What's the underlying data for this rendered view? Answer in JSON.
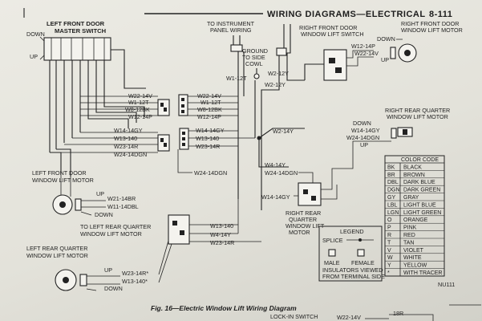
{
  "header": {
    "title": "WIRING DIAGRAMS—ELECTRICAL",
    "page_number": "8-111"
  },
  "components": {
    "lf_master_switch": [
      "LEFT FRONT DOOR",
      "MASTER SWITCH"
    ],
    "instrument_panel": [
      "TO INSTRUMENT",
      "PANEL WIRING"
    ],
    "ground_cowl": [
      "GROUND",
      "TO SIDE",
      "COWL"
    ],
    "rf_window_switch": [
      "RIGHT FRONT DOOR",
      "WINDOW LIFT SWITCH"
    ],
    "rf_window_motor": [
      "RIGHT FRONT DOOR",
      "WINDOW LIFT MOTOR"
    ],
    "rr_quarter_motor": [
      "RIGHT REAR QUARTER",
      "WINDOW LIFT MOTOR"
    ],
    "lf_window_motor": [
      "LEFT FRONT DOOR",
      "WINDOW LIFT MOTOR"
    ],
    "lr_quarter_motor_to": [
      "TO LEFT REAR QUARTER",
      "WINDOW LIFT MOTOR"
    ],
    "lr_quarter_motor": [
      "LEFT REAR QUARTER",
      "WINDOW LIFT MOTOR"
    ],
    "rr_quarter_switch": [
      "RIGHT REAR",
      "QUARTER",
      "WINDOW LIFT",
      "MOTOR"
    ],
    "lock_in_switch": "LOCK-IN SWITCH"
  },
  "switch_labels": {
    "down": "DOWN",
    "up": "UP"
  },
  "wires": {
    "w1_12t": "W1-12T",
    "w2_12y": "W2-12Y",
    "w2_14y_right": "W2-14Y",
    "block_a": [
      "W22-14V",
      "W1-12T",
      "W8-12BK",
      "W12-14P"
    ],
    "block_a_right": [
      "W22-14V",
      "W1-12T",
      "W8-12BK",
      "W12-14P"
    ],
    "block_b": [
      "W14-14GY",
      "W13-140",
      "W23-14R",
      "W24-14DGN"
    ],
    "block_b_right": [
      "W14-14GY",
      "W13-140",
      "W23-14R"
    ],
    "rf_motor_wires": [
      "W12-14P",
      "W22-14V"
    ],
    "rr_motor_wires": [
      "W14-14GY",
      "W24-14DGN"
    ],
    "mid_right": [
      "W4-14Y",
      "W24-14DGN"
    ],
    "w14_14gy_mid": "W14-14GY",
    "w24_14dgn_left": "W24-14DGN",
    "lf_motor_wires": [
      "W21-14BR",
      "W11-14DBL"
    ],
    "lrq_wires": [
      "W13-140",
      "W4-14Y",
      "W23-14R"
    ],
    "lr_motor_wires": [
      "W23-14R*",
      "W13-140*"
    ]
  },
  "legend": {
    "title": "LEGEND",
    "splice": "SPLICE",
    "male": "MALE",
    "female": "FEMALE",
    "note": [
      "INSULATORS VIEWED",
      "FROM TERMINAL SIDE"
    ]
  },
  "color_code": {
    "title": "COLOR CODE",
    "rows": [
      [
        "BK",
        "BLACK"
      ],
      [
        "BR",
        "BROWN"
      ],
      [
        "DBL",
        "DARK BLUE"
      ],
      [
        "DGN",
        "DARK GREEN"
      ],
      [
        "GY",
        "GRAY"
      ],
      [
        "LBL",
        "LIGHT BLUE"
      ],
      [
        "LGN",
        "LIGHT GREEN"
      ],
      [
        "O",
        "ORANGE"
      ],
      [
        "P",
        "PINK"
      ],
      [
        "R",
        "RED"
      ],
      [
        "T",
        "TAN"
      ],
      [
        "V",
        "VIOLET"
      ],
      [
        "W",
        "WHITE"
      ],
      [
        "Y",
        "YELLOW"
      ],
      [
        "*",
        "WITH TRACER"
      ]
    ]
  },
  "figure_id": "NU111",
  "caption": "Fig. 16—Electric Window Lift Wiring Diagram",
  "bottom_wires": [
    "W22-14V",
    "18R"
  ]
}
